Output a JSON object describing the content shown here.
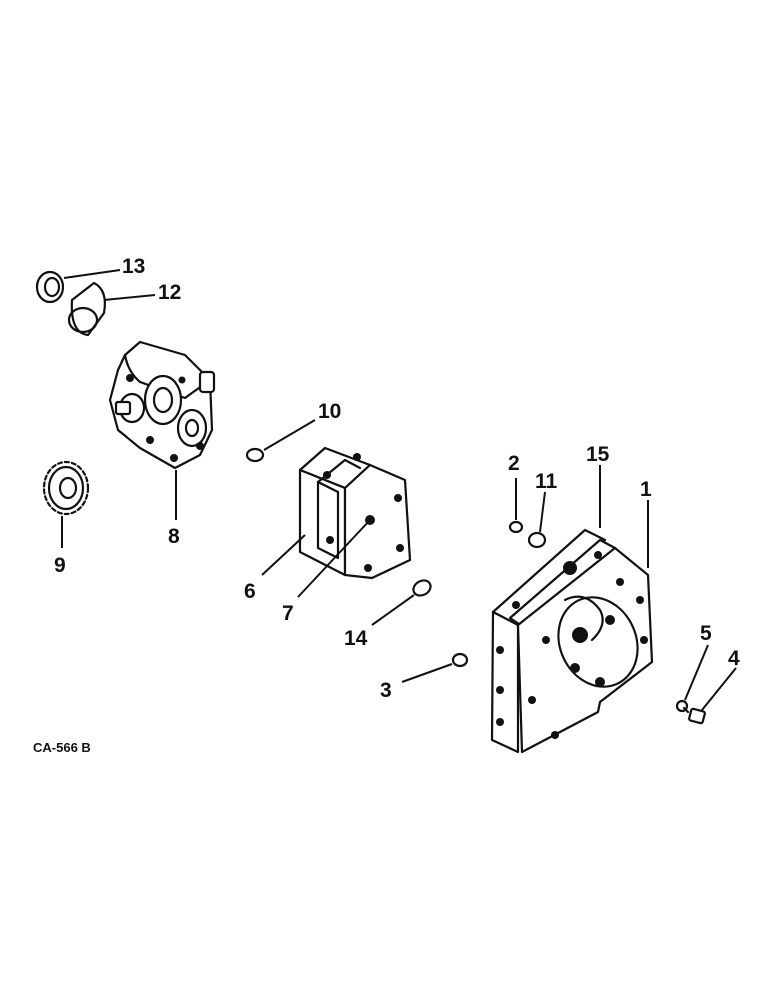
{
  "figure_code": "CA-566 B",
  "callouts": {
    "c1": "1",
    "c2": "2",
    "c3": "3",
    "c4": "4",
    "c5": "5",
    "c6": "6",
    "c7": "7",
    "c8": "8",
    "c9": "9",
    "c10": "10",
    "c11": "11",
    "c12": "12",
    "c13": "13",
    "c14": "14",
    "c15": "15"
  }
}
